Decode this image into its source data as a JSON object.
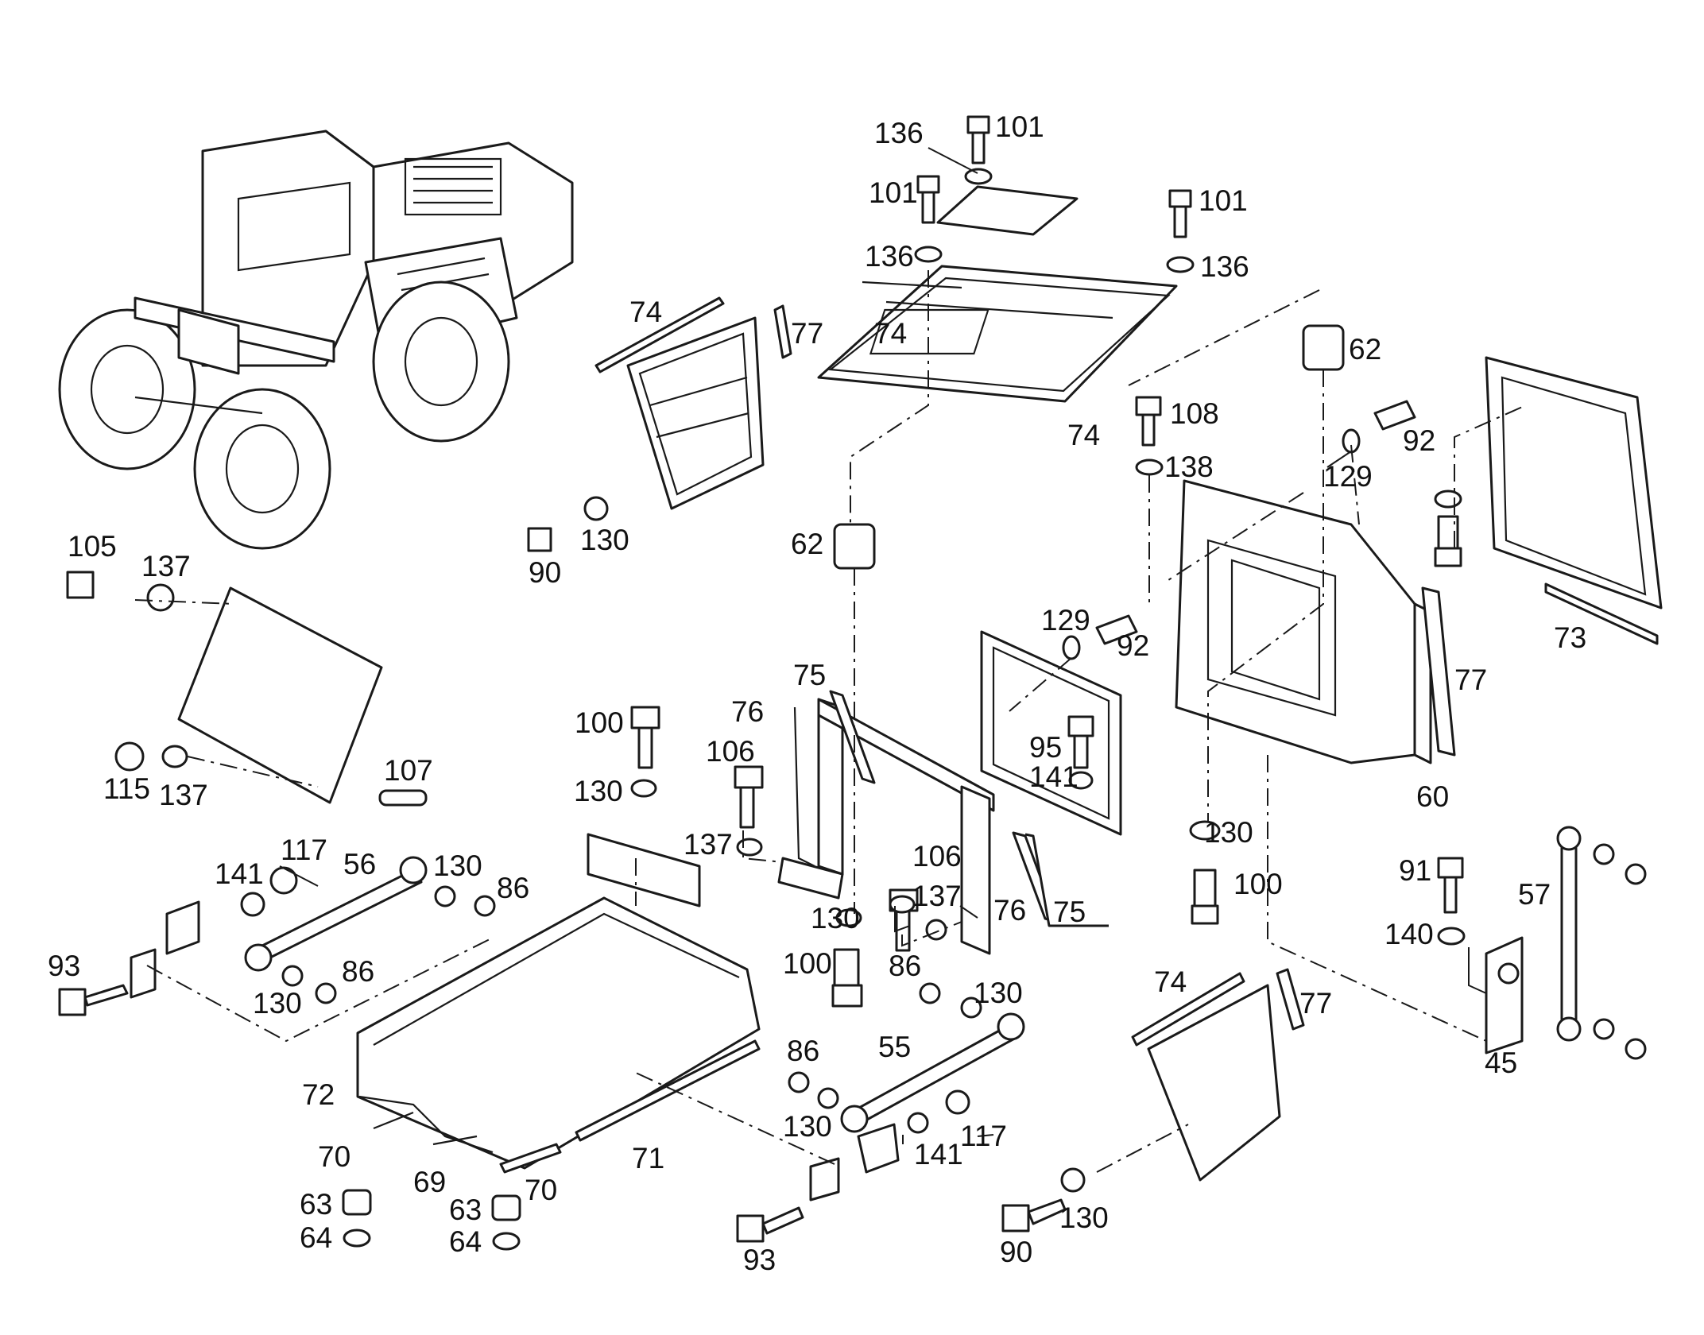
{
  "labels": [
    {
      "id": "l101a",
      "text": "101"
    },
    {
      "id": "l136a",
      "text": "136"
    },
    {
      "id": "l101b",
      "text": "101"
    },
    {
      "id": "l136b",
      "text": "136"
    },
    {
      "id": "l101c",
      "text": "101"
    },
    {
      "id": "l136c",
      "text": "136"
    },
    {
      "id": "l74a",
      "text": "74"
    },
    {
      "id": "l77a",
      "text": "77"
    },
    {
      "id": "l74b",
      "text": "74"
    },
    {
      "id": "l74c",
      "text": "74"
    },
    {
      "id": "l62a",
      "text": "62"
    },
    {
      "id": "l108",
      "text": "108"
    },
    {
      "id": "l138",
      "text": "138"
    },
    {
      "id": "l92a",
      "text": "92"
    },
    {
      "id": "l129a",
      "text": "129"
    },
    {
      "id": "l90a",
      "text": "90"
    },
    {
      "id": "l130a",
      "text": "130"
    },
    {
      "id": "l62b",
      "text": "62"
    },
    {
      "id": "l105",
      "text": "105"
    },
    {
      "id": "l137a",
      "text": "137"
    },
    {
      "id": "l129b",
      "text": "129"
    },
    {
      "id": "l92b",
      "text": "92"
    },
    {
      "id": "l73",
      "text": "73"
    },
    {
      "id": "l77b",
      "text": "77"
    },
    {
      "id": "l75a",
      "text": "75"
    },
    {
      "id": "l76a",
      "text": "76"
    },
    {
      "id": "l100a",
      "text": "100"
    },
    {
      "id": "l106a",
      "text": "106"
    },
    {
      "id": "l95",
      "text": "95"
    },
    {
      "id": "l141a",
      "text": "141"
    },
    {
      "id": "l60",
      "text": "60"
    },
    {
      "id": "l107",
      "text": "107"
    },
    {
      "id": "l115",
      "text": "115"
    },
    {
      "id": "l137b",
      "text": "137"
    },
    {
      "id": "l130b",
      "text": "130"
    },
    {
      "id": "l137c",
      "text": "137"
    },
    {
      "id": "l130c",
      "text": "130"
    },
    {
      "id": "l106b",
      "text": "106"
    },
    {
      "id": "l100b",
      "text": "100"
    },
    {
      "id": "l137d",
      "text": "137"
    },
    {
      "id": "l76b",
      "text": "76"
    },
    {
      "id": "l75b",
      "text": "75"
    },
    {
      "id": "l91",
      "text": "91"
    },
    {
      "id": "l57",
      "text": "57"
    },
    {
      "id": "l140",
      "text": "140"
    },
    {
      "id": "l141b",
      "text": "141"
    },
    {
      "id": "l117a",
      "text": "117"
    },
    {
      "id": "l56",
      "text": "56"
    },
    {
      "id": "l130d",
      "text": "130"
    },
    {
      "id": "l86a",
      "text": "86"
    },
    {
      "id": "l130e",
      "text": "130"
    },
    {
      "id": "l100c",
      "text": "100"
    },
    {
      "id": "l93a",
      "text": "93"
    },
    {
      "id": "l130f",
      "text": "130"
    },
    {
      "id": "l86b",
      "text": "86"
    },
    {
      "id": "l86c",
      "text": "86"
    },
    {
      "id": "l130g",
      "text": "130"
    },
    {
      "id": "l74d",
      "text": "74"
    },
    {
      "id": "l77c",
      "text": "77"
    },
    {
      "id": "l45",
      "text": "45"
    },
    {
      "id": "l55",
      "text": "55"
    },
    {
      "id": "l86d",
      "text": "86"
    },
    {
      "id": "l130h",
      "text": "130"
    },
    {
      "id": "l72",
      "text": "72"
    },
    {
      "id": "l70a",
      "text": "70"
    },
    {
      "id": "l71",
      "text": "71"
    },
    {
      "id": "l69",
      "text": "69"
    },
    {
      "id": "l70b",
      "text": "70"
    },
    {
      "id": "l141c",
      "text": "141"
    },
    {
      "id": "l117b",
      "text": "117"
    },
    {
      "id": "l63a",
      "text": "63"
    },
    {
      "id": "l63b",
      "text": "63"
    },
    {
      "id": "l64a",
      "text": "64"
    },
    {
      "id": "l64b",
      "text": "64"
    },
    {
      "id": "l93b",
      "text": "93"
    },
    {
      "id": "l90b",
      "text": "90"
    },
    {
      "id": "l130i",
      "text": "130"
    }
  ]
}
